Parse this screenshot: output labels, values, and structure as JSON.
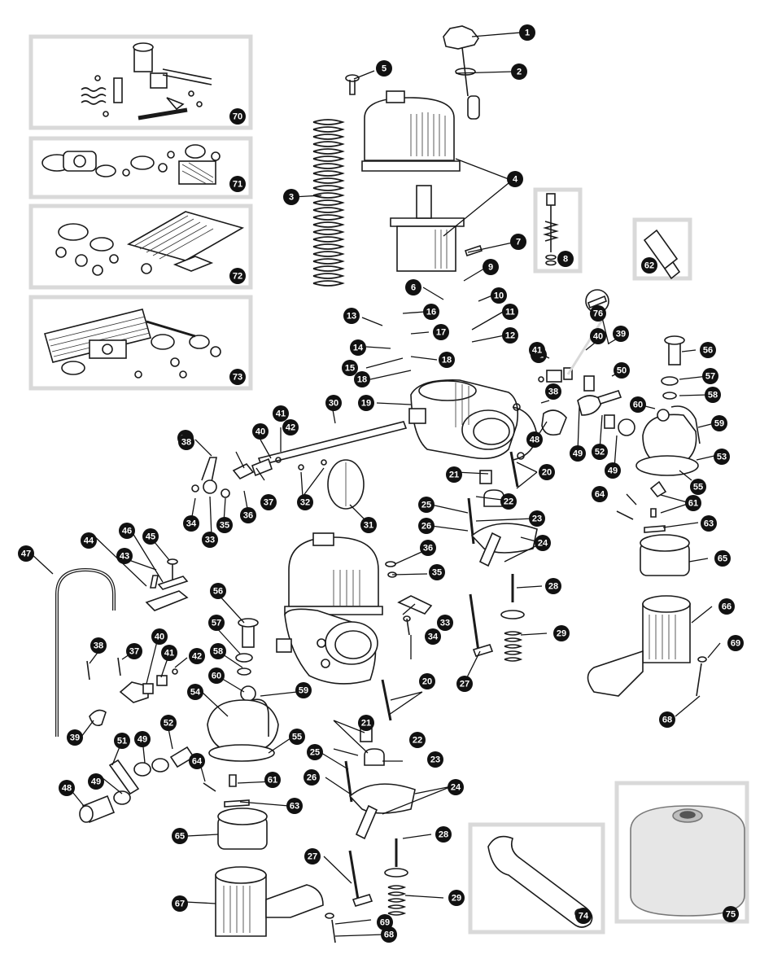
{
  "diagram": {
    "subject": "SU carburettor exploded parts diagram",
    "callouts": [
      "1",
      "2",
      "3",
      "4",
      "5",
      "6",
      "7",
      "8",
      "9",
      "10",
      "11",
      "12",
      "13",
      "14",
      "15",
      "16",
      "17",
      "18",
      "19",
      "20",
      "21",
      "22",
      "23",
      "24",
      "25",
      "26",
      "27",
      "28",
      "29",
      "30",
      "31",
      "32",
      "33",
      "34",
      "35",
      "36",
      "37",
      "38",
      "39",
      "40",
      "41",
      "42",
      "43",
      "44",
      "45",
      "46",
      "47",
      "48",
      "49",
      "50",
      "51",
      "52",
      "53",
      "54",
      "55",
      "56",
      "57",
      "58",
      "59",
      "60",
      "61",
      "62",
      "63",
      "64",
      "65",
      "66",
      "67",
      "68",
      "69",
      "70",
      "71",
      "72",
      "73",
      "74",
      "75",
      "76"
    ],
    "inset_kits": [
      "70",
      "71",
      "72",
      "73"
    ],
    "inset_tools": [
      "62",
      "74",
      "75"
    ],
    "ink_color": "#1a1a1a",
    "badge_color": "#111111",
    "frame_color": "#d9d9d9"
  }
}
